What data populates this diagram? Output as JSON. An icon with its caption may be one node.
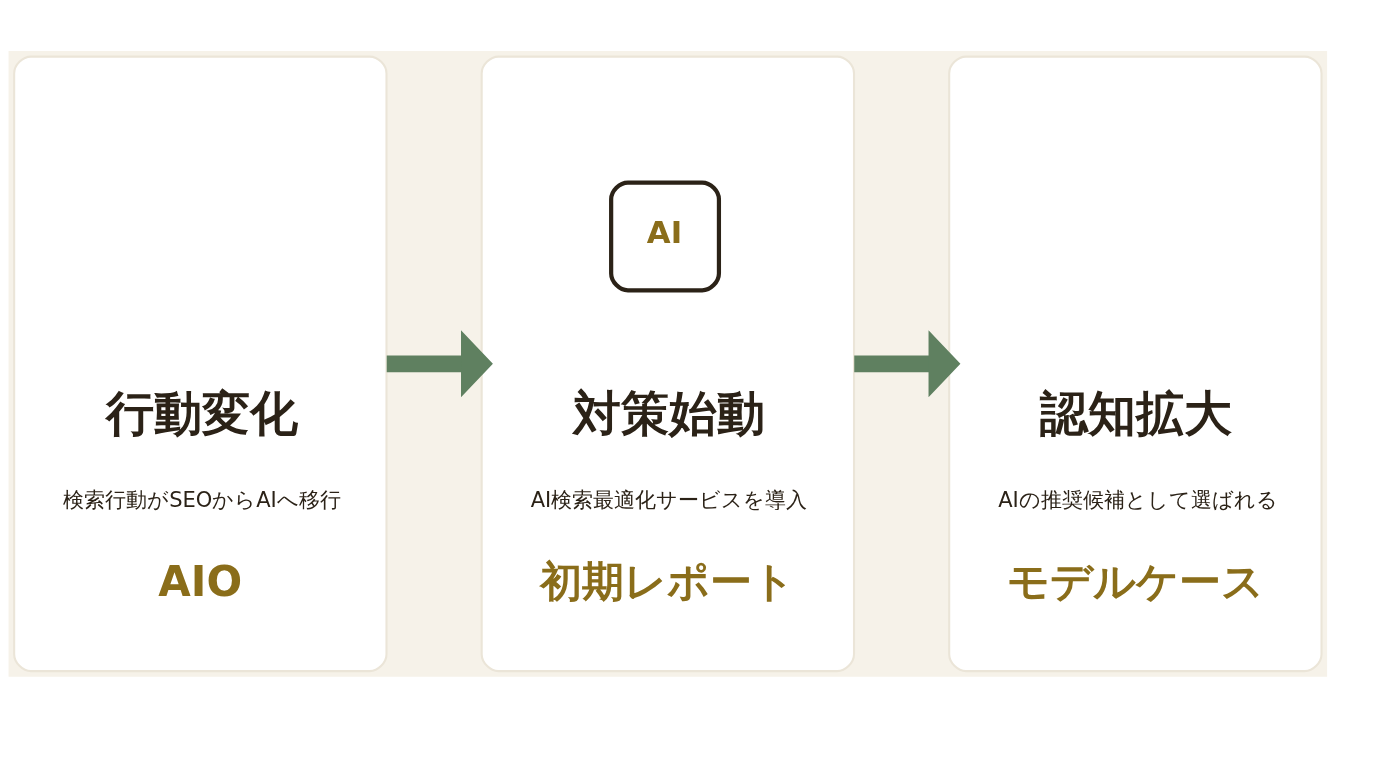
{
  "diagram": {
    "nodes": [
      {
        "text": [
          "行動変化",
          "検索行動がSEOからAIへ移行",
          "AIO"
        ]
      },
      {
        "text": [
          "AI",
          "対策始動",
          "AI検索最適化サービスを導入",
          "初期レポート"
        ]
      },
      {
        "text": [
          "認知拡大",
          "AIの推奨候補として選ばれる",
          "モデルケース"
        ]
      }
    ],
    "edges": [
      {
        "from": 0,
        "to": 1,
        "arrow": "to"
      },
      {
        "from": 1,
        "to": 2,
        "arrow": "to"
      }
    ]
  }
}
